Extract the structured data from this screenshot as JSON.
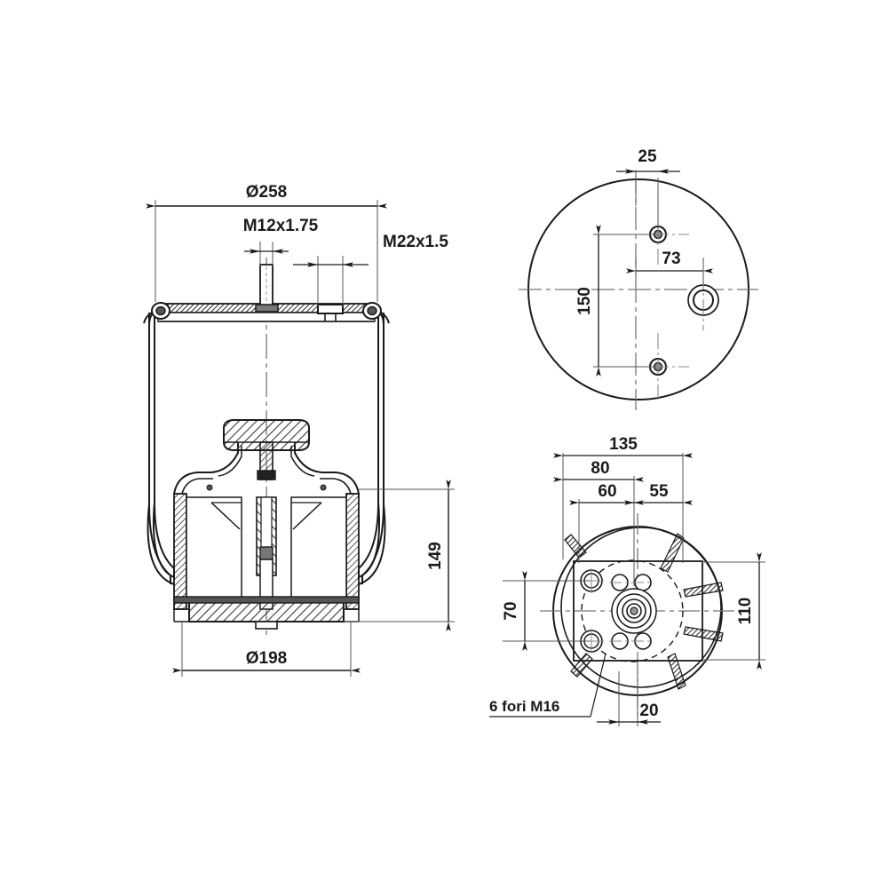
{
  "drawing": {
    "title": "Air spring assembly technical drawing",
    "background_color": "#ffffff",
    "line_color": "#1a1a1a",
    "thin_line_color": "#555555",
    "hatch_color": "#8a8a8a",
    "center_line_color": "#777777"
  },
  "views": {
    "section_view": {
      "name": "front-section-view",
      "dimensions": {
        "outer_diameter": "Ø258",
        "piston_diameter": "Ø198",
        "height": "149",
        "thread_center": "M12x1.75",
        "thread_port": "M22x1.5"
      }
    },
    "top_view": {
      "name": "top-plate-view",
      "dimensions": {
        "edge_offset": "25",
        "hole_spacing_horizontal": "73",
        "hole_spacing_vertical": "150"
      }
    },
    "bottom_view": {
      "name": "bottom-piston-view",
      "dimensions": {
        "overall_width": "135",
        "width_80": "80",
        "width_60": "60",
        "width_55": "55",
        "height_110": "110",
        "height_70": "70",
        "offset_20": "20",
        "hole_note": "6 fori M16"
      }
    }
  },
  "labels": [
    {
      "id": "d258",
      "text": "Ø258"
    },
    {
      "id": "m12",
      "text": "M12x1.75"
    },
    {
      "id": "m22",
      "text": "M22x1.5"
    },
    {
      "id": "d198",
      "text": "Ø198"
    },
    {
      "id": "h149",
      "text": "149"
    },
    {
      "id": "t25",
      "text": "25"
    },
    {
      "id": "t73",
      "text": "73"
    },
    {
      "id": "t150",
      "text": "150"
    },
    {
      "id": "b135",
      "text": "135"
    },
    {
      "id": "b80",
      "text": "80"
    },
    {
      "id": "b60",
      "text": "60"
    },
    {
      "id": "b55",
      "text": "55"
    },
    {
      "id": "b110",
      "text": "110"
    },
    {
      "id": "b70",
      "text": "70"
    },
    {
      "id": "b20",
      "text": "20"
    },
    {
      "id": "bfori",
      "text": "6 fori M16"
    }
  ]
}
